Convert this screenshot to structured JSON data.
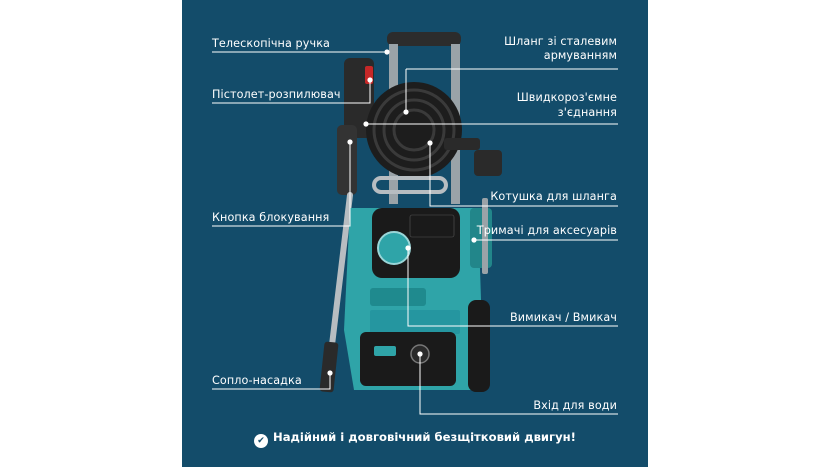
{
  "labels": {
    "handle": "Телескопічна ручка",
    "gun": "Пістолет-розпилювач",
    "lock_button": "Кнопка блокування",
    "nozzle": "Сопло-насадка",
    "hose_line1": "Шланг зі сталевим",
    "hose_line2": "армуванням",
    "quick_line1": "Швидкороз'ємне",
    "quick_line2": "з'єднання",
    "reel": "Котушка для шланга",
    "holders": "Тримачі для аксесуарів",
    "switch": "Вимикач / Вмикач",
    "water_inlet": "Вхід для води"
  },
  "footer": {
    "text": "Надійний і довговічний безщітковий двигун!",
    "icon": "check-circle-icon"
  },
  "colors": {
    "background": "#134c6a",
    "body_teal": "#2fa4a8",
    "text": "#ffffff"
  }
}
